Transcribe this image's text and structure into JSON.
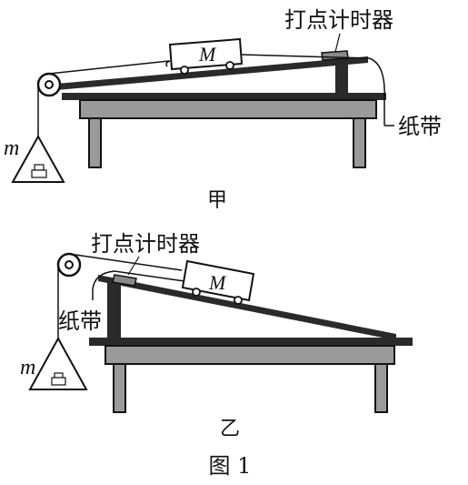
{
  "figure": {
    "caption": "图 1",
    "panel_a": {
      "sub_label": "甲",
      "timer_label": "打点计时器",
      "tape_label": "纸带",
      "cart_mass": "M",
      "hanging_mass": "m"
    },
    "panel_b": {
      "sub_label": "乙",
      "timer_label": "打点计时器",
      "tape_label": "纸带",
      "cart_mass": "M",
      "hanging_mass": "m"
    }
  },
  "colors": {
    "ink": "#111111",
    "table_fill": "#9a9a9a",
    "board_fill": "#2a2a2a"
  }
}
